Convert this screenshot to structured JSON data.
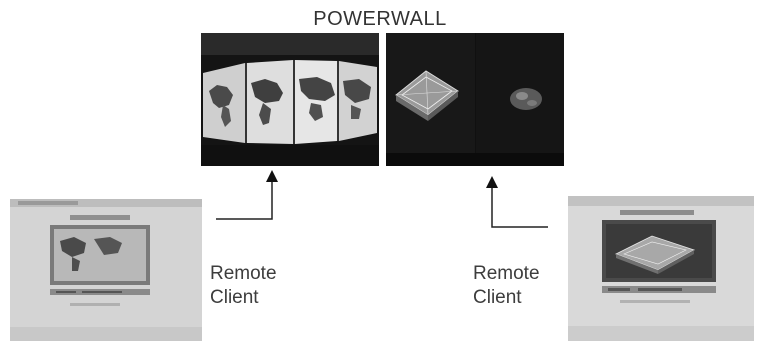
{
  "title": "POWERWALL",
  "left_client": {
    "line1": "Remote",
    "line2": "Client"
  },
  "right_client": {
    "line1": "Remote",
    "line2": "Client"
  },
  "colors": {
    "text": "#3a3a3a",
    "photo_dark": "#1a1a1a",
    "screen_light": "#d8d8d8"
  }
}
